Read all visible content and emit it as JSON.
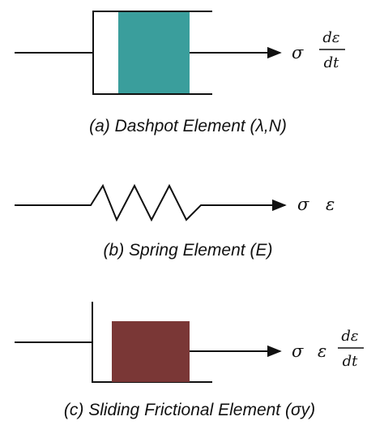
{
  "elements": [
    {
      "id": "dashpot",
      "caption": "(a) Dashpot Element (λ,N)",
      "output": {
        "sigma": "σ",
        "numerator": "dε",
        "denominator": "dt"
      },
      "fill_color": "#3a9e9c"
    },
    {
      "id": "spring",
      "caption": "(b) Spring Element (E)",
      "output": {
        "sigma": "σ",
        "strain": "ε"
      }
    },
    {
      "id": "friction",
      "caption": "(c) Sliding Frictional Element (σy)",
      "output": {
        "sigma": "σ",
        "strain": "ε",
        "numerator": "dε",
        "denominator": "dt"
      },
      "fill_color": "#7a3736"
    }
  ],
  "colors": {
    "line": "#111111"
  }
}
